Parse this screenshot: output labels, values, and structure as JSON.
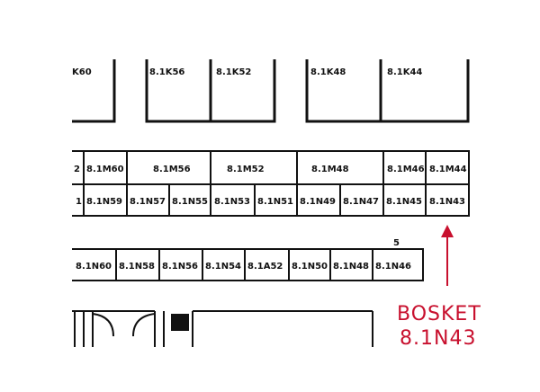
{
  "map": {
    "colors": {
      "line": "#111111",
      "accent": "#c8102e",
      "background": "#ffffff",
      "block": "#111111"
    },
    "row1": [
      "8.1K56",
      "8.1K52",
      "8.1K48",
      "8.1K44"
    ],
    "row1_partial": "K60",
    "row2_top": [
      "8.1M60",
      "8.1M56",
      "8.1M52",
      "8.1M48",
      "8.1M46",
      "8.1M44"
    ],
    "row2_top_partial": "2",
    "row2_bottom": [
      "8.1N59",
      "8.1N57",
      "8.1N55",
      "8.1N53",
      "8.1N51",
      "8.1N49",
      "8.1N47",
      "8.1N45",
      "8.1N43"
    ],
    "row2_bottom_partial": "1",
    "row3_marker": "5",
    "row3": [
      "8.1N60",
      "8.1N58",
      "8.1N56",
      "8.1N54",
      "8.1A52",
      "8.1N50",
      "8.1N48",
      "8.1N46"
    ],
    "callout": {
      "line1": "BOSKET",
      "line2": "8.1N43",
      "arrow_icon": "arrow-up-icon"
    }
  }
}
